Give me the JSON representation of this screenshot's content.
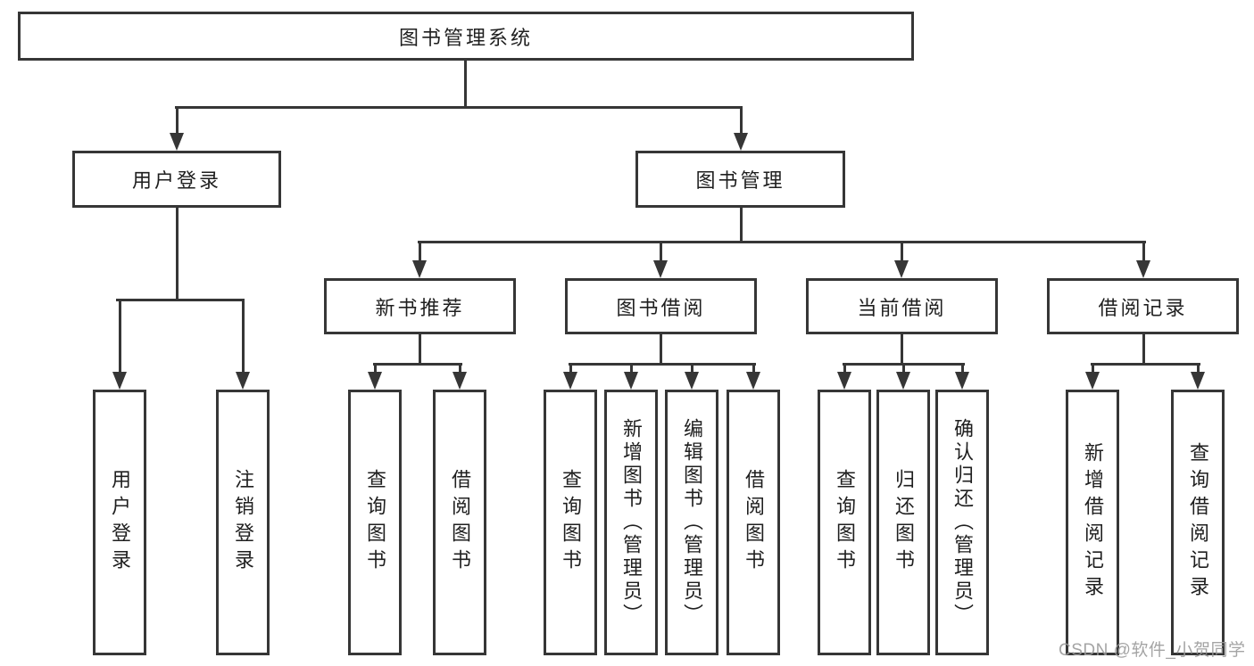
{
  "diagram": {
    "root": "图书管理系统",
    "branches": [
      {
        "label": "用户登录",
        "children": [
          "用户登录",
          "注销登录"
        ]
      },
      {
        "label": "图书管理",
        "children": [
          {
            "label": "新书推荐",
            "children": [
              "查询图书",
              "借阅图书"
            ]
          },
          {
            "label": "图书借阅",
            "children": [
              "查询图书",
              "新增图书（管理员）",
              "编辑图书（管理员）",
              "借阅图书"
            ]
          },
          {
            "label": "当前借阅",
            "children": [
              "查询图书",
              "归还图书",
              "确认归还（管理员）"
            ]
          },
          {
            "label": "借阅记录",
            "children": [
              "新增借阅记录",
              "查询借阅记录"
            ]
          }
        ]
      }
    ]
  },
  "watermark": {
    "text": "CSDN @软件_小贺同学"
  },
  "colors": {
    "line": "#363636",
    "text": "#1f1f1f",
    "watermark": "#9b9b9b",
    "background": "#ffffff"
  }
}
